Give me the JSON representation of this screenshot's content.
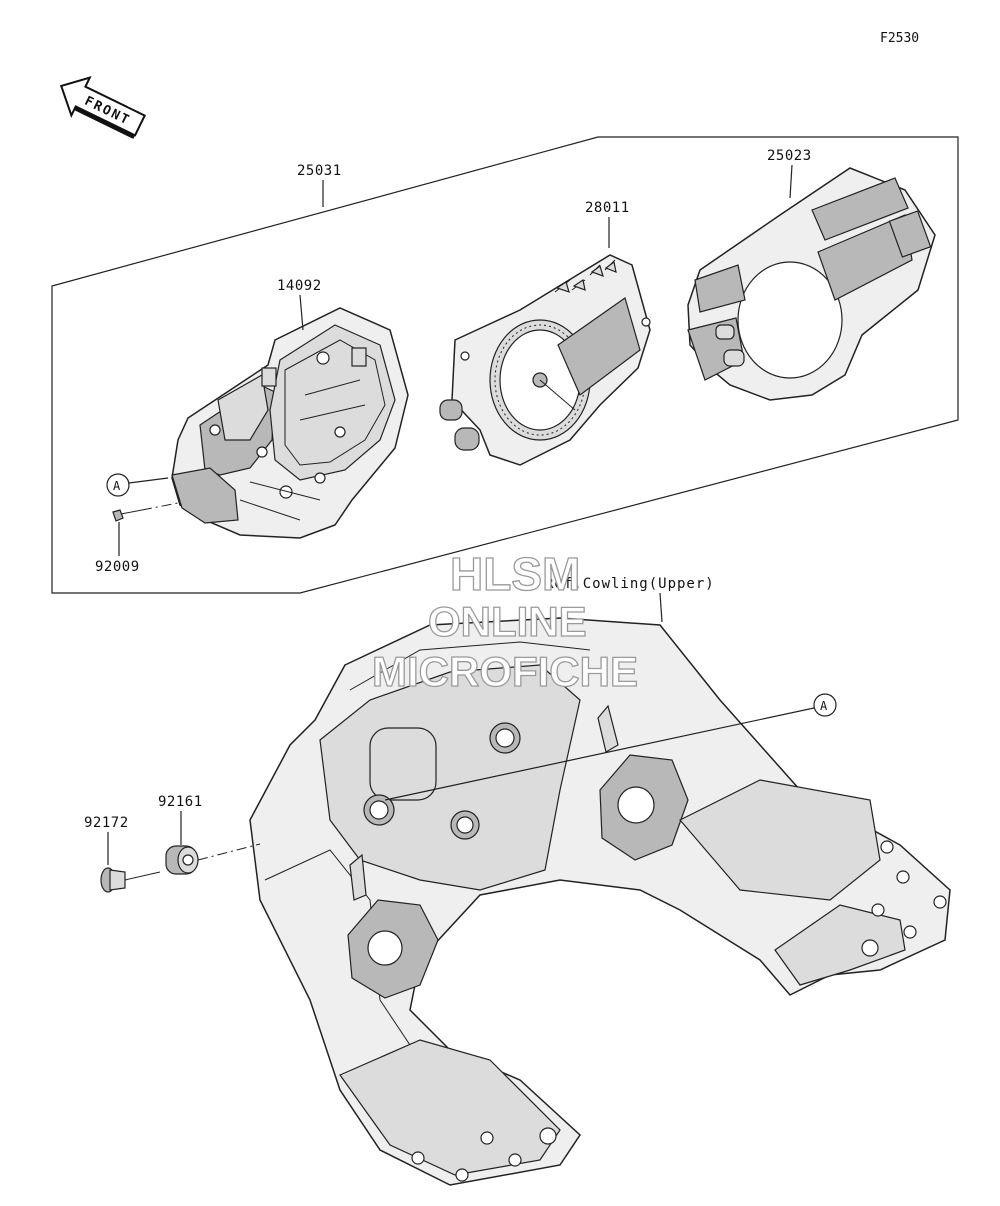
{
  "figure_code": "F2530",
  "front_arrow": {
    "label": "FRONT"
  },
  "callouts": {
    "assembly": "25031",
    "case": "14092",
    "screw": "92009",
    "meter_unit": "28011",
    "cover": "25023",
    "bolt": "92172",
    "grommet": "92161",
    "reference": "Ref.Cowling(Upper)",
    "marker_a": "A"
  },
  "watermark": {
    "line1": "HLSM",
    "line2": "ONLINE",
    "line3": "MICROFICHE"
  }
}
